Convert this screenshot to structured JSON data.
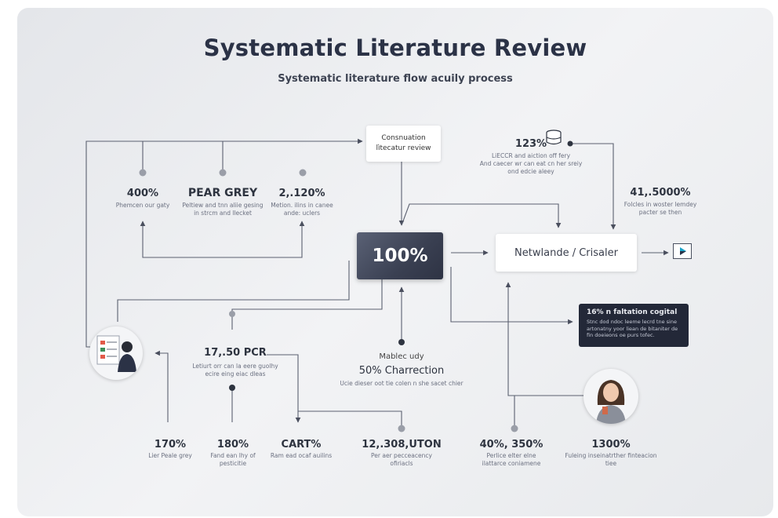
{
  "header": {
    "title": "Systematic Literature Review",
    "subtitle": "Systematic literature flow acuily process"
  },
  "nodes": {
    "top_box": {
      "line1": "Consnuation",
      "line2": "lìtecatur review"
    },
    "hub": {
      "value": "100%"
    },
    "network": {
      "label": "Netwlande / Crisaler"
    },
    "top_right_db": {
      "value": "123%",
      "line1": "LiECCR and aiction off fery",
      "line2": "And caecer wr can eat cn her sreiy",
      "line3": "ond edcie aleey"
    },
    "right_stat": {
      "value": "41,.5000%",
      "line1": "Folcles in woster lemdey",
      "line2": "pacter se then"
    },
    "dark_note": {
      "heading": "16% n faltation cogital",
      "body": "Stnc dod ndoc leeme lecrd tne sine artonatny yoor liean de bitaniter de fin doeieons oe purs tofec."
    },
    "stat_400": {
      "value": "400%",
      "caption": "Phemcen our gaty"
    },
    "stat_pear": {
      "value": "PEAR GREY",
      "line1": "Peltiew and tnn aliie gesing",
      "line2": "in strcm and llecket"
    },
    "stat_2120": {
      "value": "2,.120%",
      "line1": "Metion. ilins in canee",
      "line2": "ande: uclers"
    },
    "stat_1750": {
      "value": "17,.50 PCR",
      "line1": "Letiurt orr can la eere guolhy",
      "line2": "ecire eing eiac dleas"
    },
    "stat_charr": {
      "label": "Mablec udy",
      "value": "50% Charrection",
      "caption": "Ucie dieser oot tie colen n she sacet chier"
    },
    "bottom": [
      {
        "value": "170%",
        "line1": "Lier Peale grey",
        "line2": ""
      },
      {
        "value": "180%",
        "line1": "Fand ean lhy of",
        "line2": "pesticitie"
      },
      {
        "value": "CART%",
        "line1": "Ram ead ocaf auilins",
        "line2": ""
      },
      {
        "value": "12,.308,UTON",
        "line1": "Per aer pecceacency",
        "line2": "ofiriacls"
      },
      {
        "value": "40%, 350%",
        "line1": "Perlice elter elne",
        "line2": "ilattarce coniamene"
      },
      {
        "value": "1300%",
        "line1": "Fuleing inseinatrther finteacion",
        "line2": "tiee"
      }
    ]
  },
  "colors": {
    "title": "#2b3246",
    "connector": "#5b6070",
    "hub_gradient_start": "#5a6175",
    "dark_box": "#232838",
    "play_accent": "#1aa3c8"
  },
  "icons": [
    "database-icon",
    "play-icon",
    "clipboard-presenter-icon",
    "woman-avatar-icon"
  ]
}
